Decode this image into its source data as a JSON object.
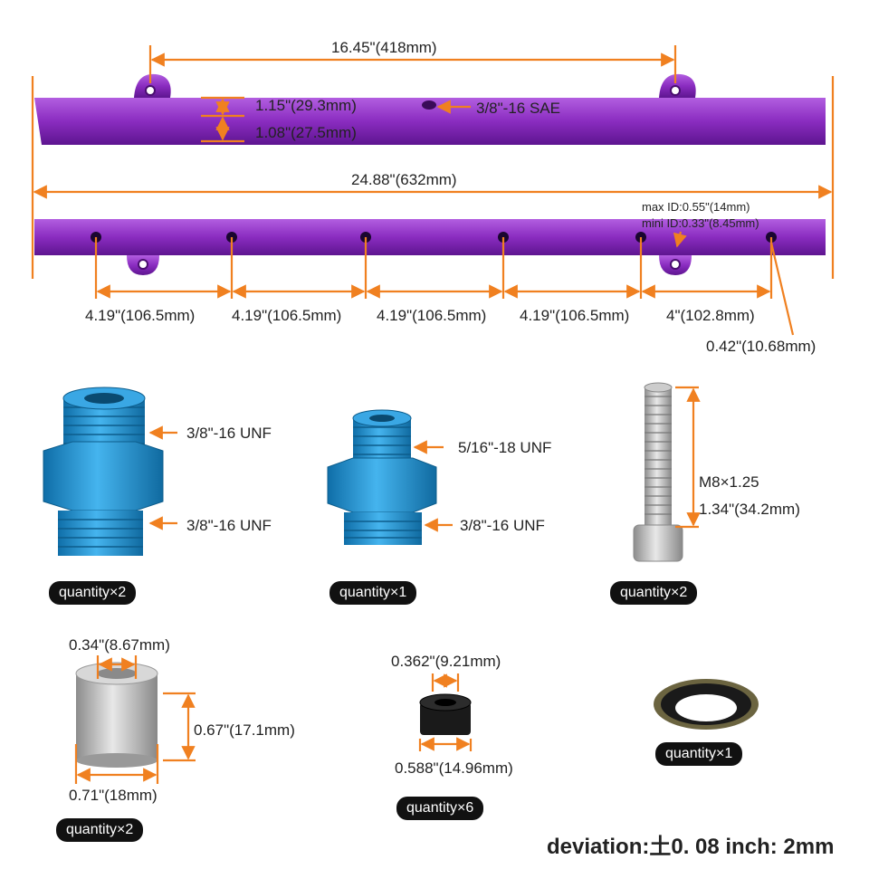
{
  "rail": {
    "dim_length_between_mounts": "16.45\"(418mm)",
    "dim_height_top": "1.15\"(29.3mm)",
    "dim_height_body": "1.08\"(27.5mm)",
    "port_thread": "3/8\"-16 SAE",
    "dim_total_length": "24.88\"(632mm)",
    "injector_max_id": "max ID:0.55\"(14mm)",
    "injector_min_id": "mini ID:0.33\"(8.45mm)",
    "spacings": [
      "4.19\"(106.5mm)",
      "4.19\"(106.5mm)",
      "4.19\"(106.5mm)",
      "4.19\"(106.5mm)",
      "4\"(102.8mm)"
    ],
    "end_offset": "0.42\"(10.68mm)"
  },
  "fitting_a": {
    "thread_top": "3/8\"-16 UNF",
    "thread_bottom": "3/8\"-16 UNF",
    "quantity": "quantity×2"
  },
  "fitting_b": {
    "thread_top": "5/16\"-18 UNF",
    "thread_bottom": "3/8\"-16 UNF",
    "quantity": "quantity×1"
  },
  "bolt": {
    "thread": "M8×1.25",
    "length": "1.34\"(34.2mm)",
    "quantity": "quantity×2"
  },
  "spacer": {
    "inner_diameter": "0.34\"(8.67mm)",
    "height": "0.67\"(17.1mm)",
    "outer_diameter": "0.71\"(18mm)",
    "quantity": "quantity×2"
  },
  "grommet": {
    "inner_diameter": "0.362\"(9.21mm)",
    "outer_diameter": "0.588\"(14.96mm)",
    "quantity": "quantity×6"
  },
  "washer": {
    "quantity": "quantity×1"
  },
  "footer": {
    "deviation": "deviation:土0. 08 inch: 2mm"
  },
  "colors": {
    "rail_purple": "#8a2cc0",
    "fitting_blue": "#1e8fd0",
    "dimension_orange": "#f08020",
    "steel": "#b8b8b8"
  }
}
